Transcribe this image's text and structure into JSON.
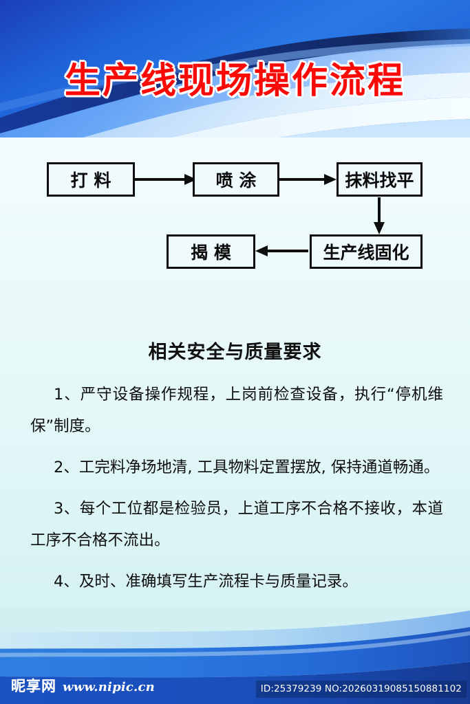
{
  "poster": {
    "title": "生产线现场操作流程",
    "background_top_color": "#1857c8",
    "background_body_color": "#e9f8f8",
    "title_color": "#fa0a07"
  },
  "flowchart": {
    "nodes": [
      {
        "id": "n1",
        "label": "打  料"
      },
      {
        "id": "n2",
        "label": "喷  涂"
      },
      {
        "id": "n3",
        "label": "抹料找平"
      },
      {
        "id": "n4",
        "label": "生产线固化"
      },
      {
        "id": "n5",
        "label": "揭  模"
      }
    ],
    "edges": [
      {
        "from": "打  料",
        "to": "喷  涂",
        "direction": "right"
      },
      {
        "from": "喷  涂",
        "to": "抹料找平",
        "direction": "right"
      },
      {
        "from": "抹料找平",
        "to": "生产线固化",
        "direction": "down"
      },
      {
        "from": "生产线固化",
        "to": "揭  模",
        "direction": "left"
      }
    ]
  },
  "section": {
    "heading": "相关安全与质量要求",
    "rules": [
      "1、严守设备操作规程，上岗前检查设备，执行“停机维保”制度。",
      "2、工完料净场地清, 工具物料定置摆放, 保持通道畅通。",
      "3、每个工位都是检验员，上道工序不合格不接收，本道工序不合格不流出。",
      "4、及时、准确填写生产流程卡与质量记录。"
    ]
  },
  "footer": {
    "brand_name": "昵享网",
    "brand_url": "www.nipic.cn",
    "id_text": "ID:25379239 NO:20260319085150881102"
  }
}
